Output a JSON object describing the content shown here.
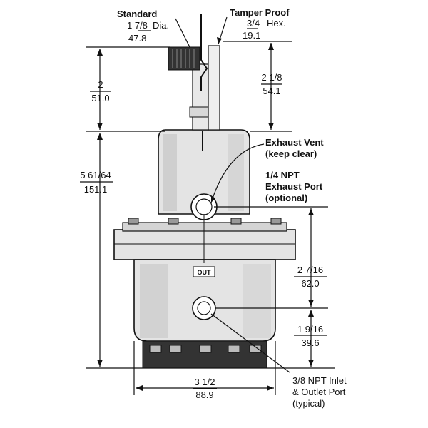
{
  "labels": {
    "standard": "Standard",
    "standard_frac": "1 7/8",
    "standard_unit": "Dia.",
    "standard_mm": "47.8",
    "tamper": "Tamper Proof",
    "tamper_frac": "3/4",
    "tamper_unit": "Hex.",
    "tamper_mm": "19.1",
    "dim_top_frac": "2",
    "dim_top_mm": "51.0",
    "dim_right_top_frac": "2 1/8",
    "dim_right_top_mm": "54.1",
    "exhaust_vent_1": "Exhaust Vent",
    "exhaust_vent_2": "(keep clear)",
    "npt14_1": "1/4 NPT",
    "npt14_2": "Exhaust Port",
    "npt14_3": "(optional)",
    "dim_left_frac": "5 61/64",
    "dim_left_mm": "151.1",
    "dim_mid_frac": "2 7/16",
    "dim_mid_mm": "62.0",
    "dim_low_frac": "1 9/16",
    "dim_low_mm": "39.6",
    "out": "OUT",
    "width_frac": "3 1/2",
    "width_mm": "88.9",
    "inlet_1": "3/8 NPT  Inlet",
    "inlet_2": "& Outlet Port",
    "inlet_3": "(typical)"
  }
}
